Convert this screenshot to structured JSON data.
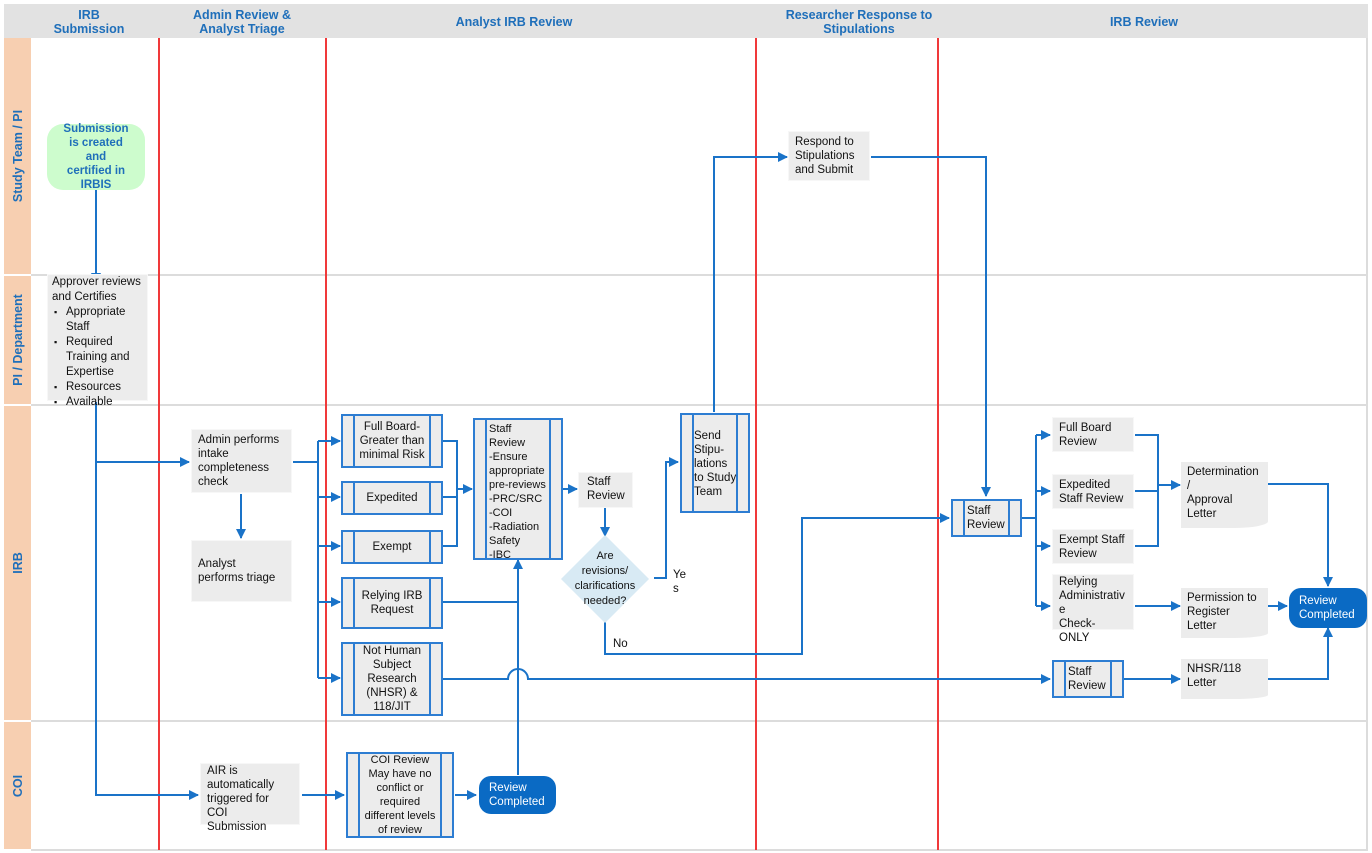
{
  "phases": [
    {
      "id": "irb-submission",
      "title": "IRB\nSubmission"
    },
    {
      "id": "admin-review",
      "title": "Admin Review &\nAnalyst Triage"
    },
    {
      "id": "analyst-irb-review",
      "title": "Analyst IRB Review"
    },
    {
      "id": "researcher-response",
      "title": "Researcher Response to\nStipulations"
    },
    {
      "id": "irb-review",
      "title": "IRB Review"
    }
  ],
  "lanes": [
    {
      "id": "study-team",
      "label": "Study Team / PI"
    },
    {
      "id": "pi-department",
      "label": "PI / Department"
    },
    {
      "id": "irb",
      "label": "IRB"
    },
    {
      "id": "coi",
      "label": "COI"
    }
  ],
  "colors": {
    "header_bg": "#e2e2e2",
    "lane_label_bg": "#f7cfb1",
    "title_text": "#1f6fba",
    "phase_divider": "#f0393a",
    "connector": "#1a73c8",
    "start_terminal": "#cdfccd",
    "end_terminal": "#0a6ac4",
    "box_fill": "#ececec",
    "decision_fill": "#d8eaf4"
  },
  "nodes": {
    "submission_created": "Submission\nis created\nand\ncertified in\nIRBIS",
    "approver": {
      "title": "Approver reviews\nand Certifies",
      "bullets": [
        "Appropriate\nStaff",
        "Required\nTraining and\nExpertise",
        "Resources",
        "Available"
      ]
    },
    "admin_intake": "Admin performs\nintake\ncompleteness\ncheck",
    "analyst_triage": "Analyst\nperforms triage",
    "full_board_gt_minimal": "Full Board-\nGreater than\nminimal Risk",
    "expedited": "Expedited",
    "exempt": "Exempt",
    "relying_irb_request": "Relying IRB\nRequest",
    "nhsr": "Not Human\nSubject\nResearch\n(NHSR) &\n118/JIT",
    "staff_review_ensure": "Staff\nReview\n-Ensure\nappropriate\npre-reviews\n-PRC/SRC\n-COI\n-Radiation\nSafety\n-IBC",
    "staff_review_1": "Staff\nReview",
    "decision": "Are\nrevisions/\nclarifications\nneeded?",
    "yes_label": "Ye\ns",
    "no_label": "No",
    "send_stipulations": "Send\nStipu-\nlations\nto Study\nTeam",
    "respond_stipulations": "Respond to\nStipulations\nand Submit",
    "staff_review_2": "Staff\nReview",
    "full_board_review": "Full Board\nReview",
    "expedited_staff_review": "Expedited\nStaff Review",
    "exempt_staff_review": "Exempt Staff\nReview",
    "relying_admin_check": "Relying\nAdministrativ\ne\nCheck-\nONLY",
    "determination_letter": "Determination\n/\nApproval\nLetter",
    "permission_letter": "Permission to\nRegister\nLetter",
    "staff_review_nhsr": "Staff\nReview",
    "nhsr_letter": "NHSR/118\nLetter",
    "review_completed_irb": "Review\nCompleted",
    "air_triggered": "AIR is\nautomatically\ntriggered for\nCOI\nSubmission",
    "coi_review": "COI Review\nMay have no\nconflict or\nrequired\ndifferent levels\nof review",
    "review_completed_coi": "Review\nCompleted"
  }
}
